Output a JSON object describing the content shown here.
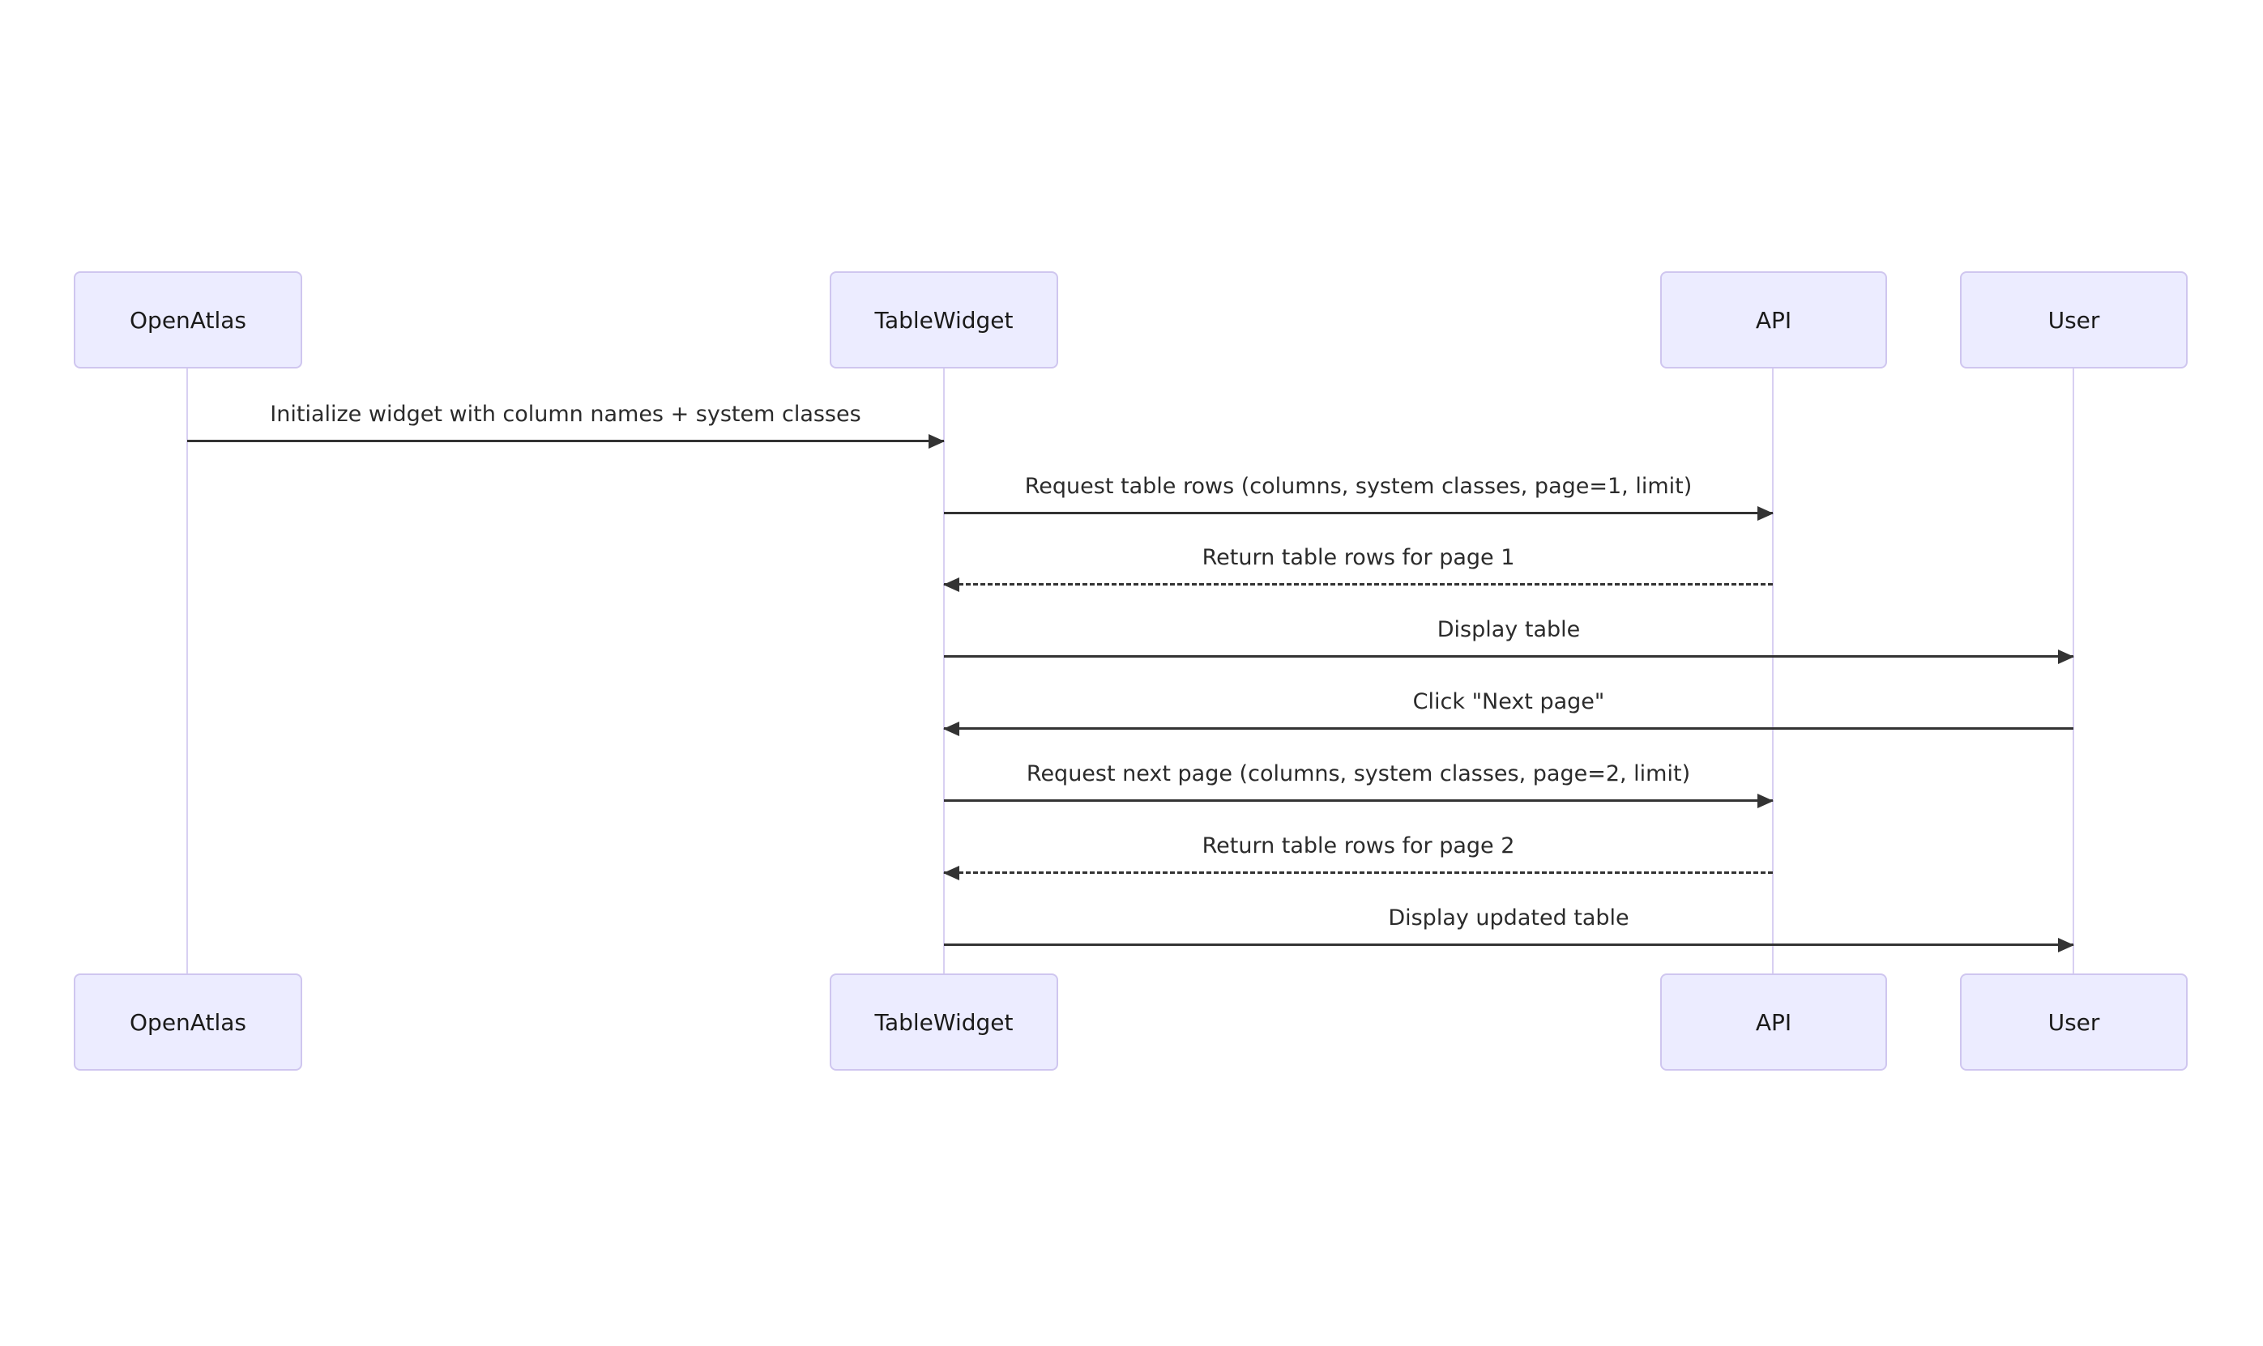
{
  "diagram": {
    "type": "sequence-diagram",
    "actors": [
      {
        "name": "OpenAtlas"
      },
      {
        "name": "TableWidget"
      },
      {
        "name": "API"
      },
      {
        "name": "User"
      }
    ],
    "messages": [
      {
        "from": "OpenAtlas",
        "to": "TableWidget",
        "line": "solid",
        "direction": "right",
        "text": "Initialize widget with column names + system classes"
      },
      {
        "from": "TableWidget",
        "to": "API",
        "line": "solid",
        "direction": "right",
        "text": "Request table rows (columns, system classes, page=1, limit)"
      },
      {
        "from": "API",
        "to": "TableWidget",
        "line": "dashed",
        "direction": "left",
        "text": "Return table rows for page 1"
      },
      {
        "from": "TableWidget",
        "to": "User",
        "line": "solid",
        "direction": "right",
        "text": "Display table"
      },
      {
        "from": "User",
        "to": "TableWidget",
        "line": "solid",
        "direction": "left",
        "text": "Click \"Next page\""
      },
      {
        "from": "TableWidget",
        "to": "API",
        "line": "solid",
        "direction": "right",
        "text": "Request next page (columns, system classes, page=2, limit)"
      },
      {
        "from": "API",
        "to": "TableWidget",
        "line": "dashed",
        "direction": "left",
        "text": "Return table rows for page 2"
      },
      {
        "from": "TableWidget",
        "to": "User",
        "line": "solid",
        "direction": "right",
        "text": "Display updated table"
      }
    ],
    "colors": {
      "background": "#FFFFFF",
      "actor_fill": "#ECECFF",
      "actor_border": "#CFC6EF",
      "lifeline": "#D8D0F2",
      "signal": "#333333",
      "text": "#2B2B2B"
    }
  }
}
